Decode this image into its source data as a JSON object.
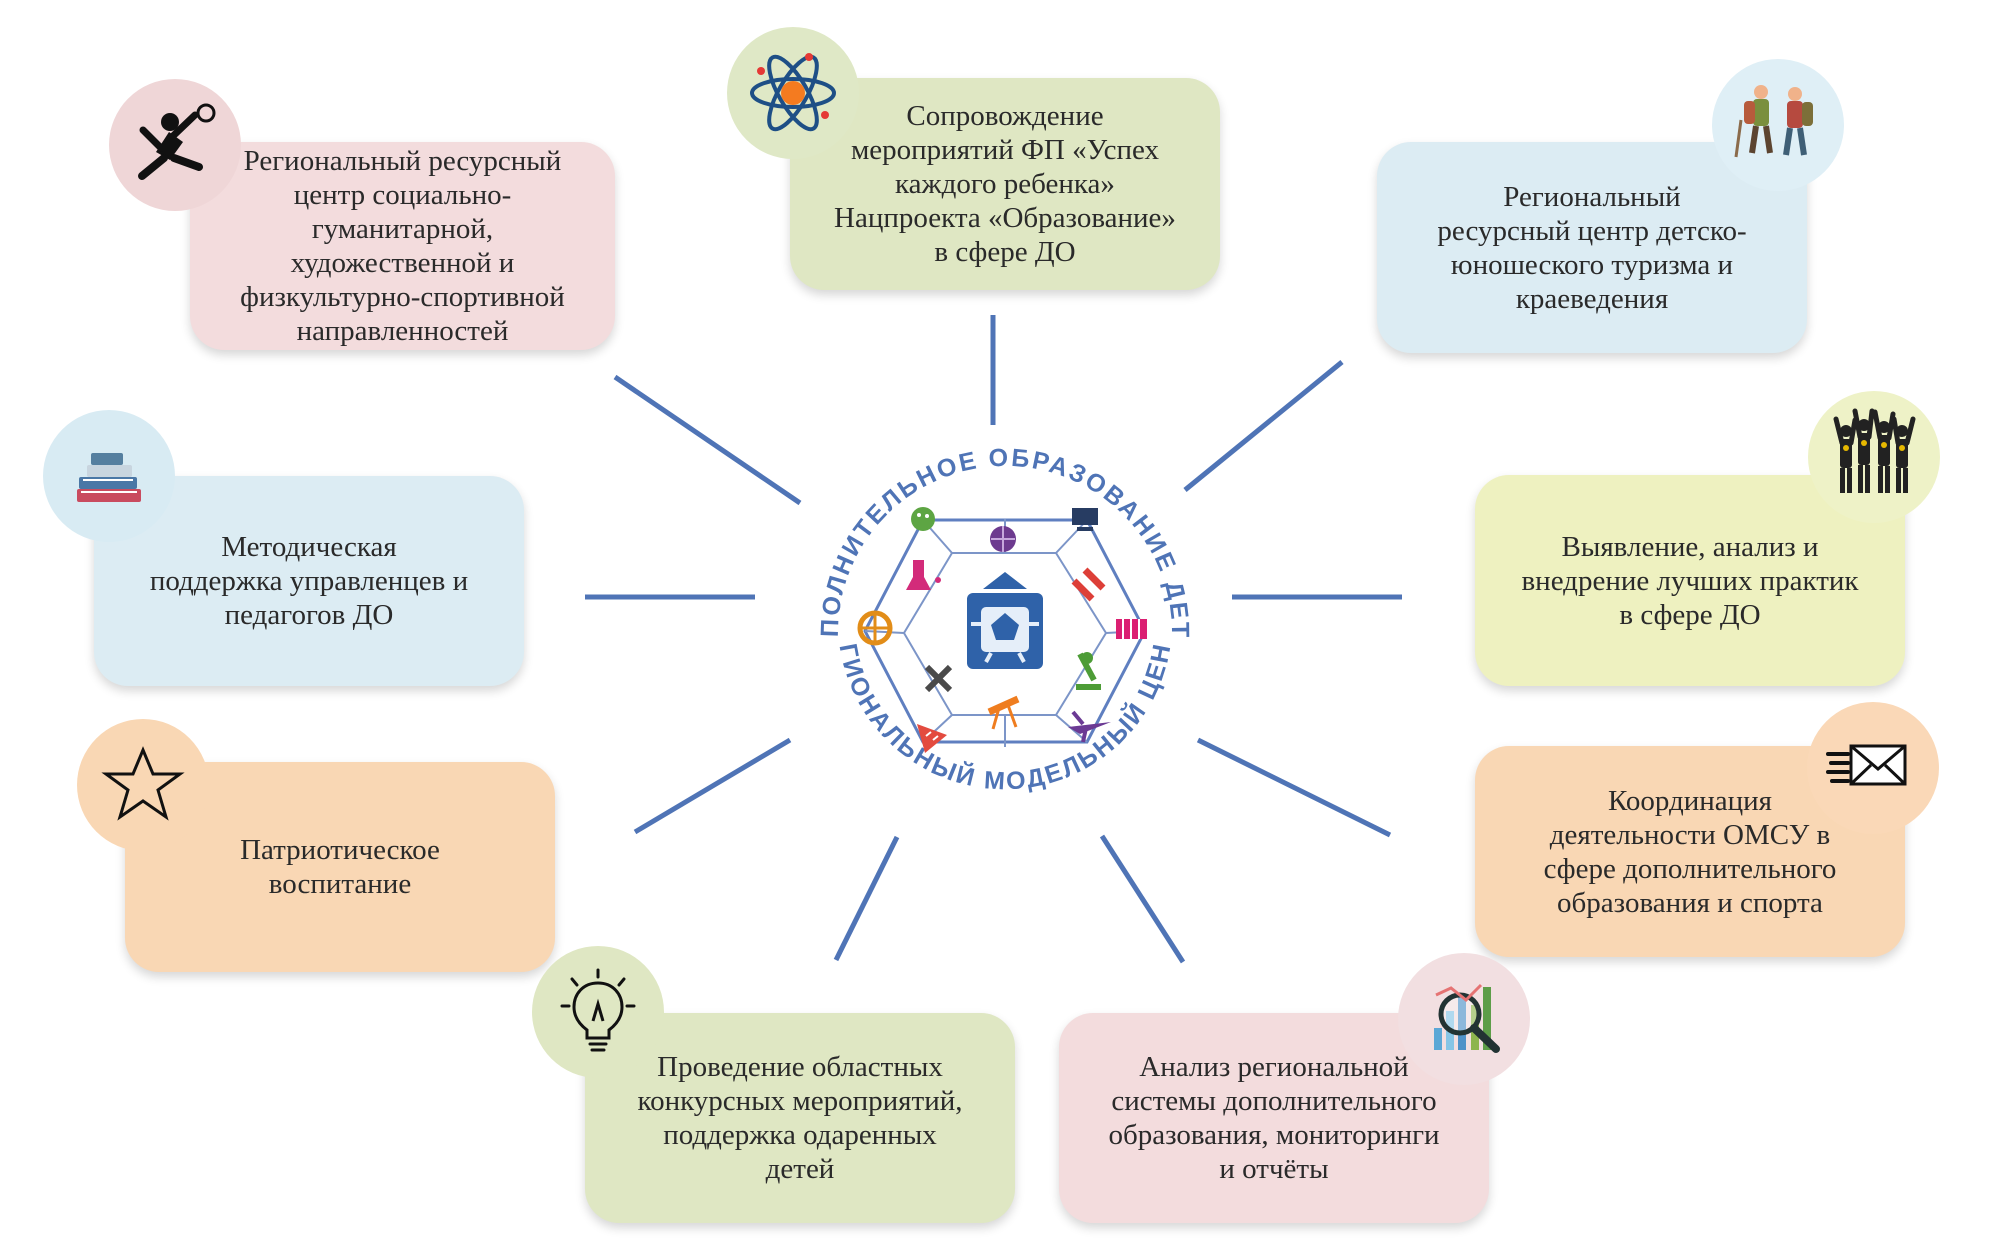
{
  "center": {
    "title_top": "ДОПОЛНИТЕЛЬНОЕ ОБРАЗОВАНИЕ ДЕТЕЙ",
    "title_bottom": "РЕГИОНАЛЬНЫЙ МОДЕЛЬНЫЙ ЦЕНТР"
  },
  "cards": [
    {
      "text": "Региональный ресурсный\nцентр социально-\nгуманитарной,\nхудожественной и\nфизкультурно-спортивной\nнаправленностей",
      "icon": "volleyball-player-icon",
      "color": "pink"
    },
    {
      "text": "Сопровождение\nмероприятий ФП «Успех\nкаждого ребенка»\nНацпроекта «Образование»\nв сфере ДО",
      "icon": "atom-icon",
      "color": "green"
    },
    {
      "text": "Региональный\nресурсный центр детско-\nюношеского туризма и\nкраеведения",
      "icon": "hikers-icon",
      "color": "blue"
    },
    {
      "text": "Методическая\nподдержка  управленцев и\nпедагогов ДО",
      "icon": "books-icon",
      "color": "blue"
    },
    {
      "text": "Выявление, анализ и\nвнедрение лучших практик\nв сфере ДО",
      "icon": "winners-icon",
      "color": "yellow"
    },
    {
      "text": "Патриотическое\nвоспитание",
      "icon": "star-icon",
      "color": "orange"
    },
    {
      "text": "Координация\nдеятельности ОМСУ в\nсфере дополнительного\nобразования и спорта",
      "icon": "envelope-icon",
      "color": "orange"
    },
    {
      "text": "Проведение областных\nконкурсных мероприятий,\nподдержка одаренных\nдетей",
      "icon": "lightbulb-icon",
      "color": "green"
    },
    {
      "text": "Анализ региональной\nсистемы дополнительного\nобразования, мониторинги\nи отчёты",
      "icon": "magnifier-chart-icon",
      "color": "pink"
    }
  ],
  "colors": {
    "pink": "#f3dcdd",
    "green": "#dfe7c3",
    "blue": "#dcecf3",
    "yellow": "#eef1c0",
    "orange": "#f9d7b4",
    "line": "#4f74b6",
    "logo_text": "#4f74b6"
  }
}
